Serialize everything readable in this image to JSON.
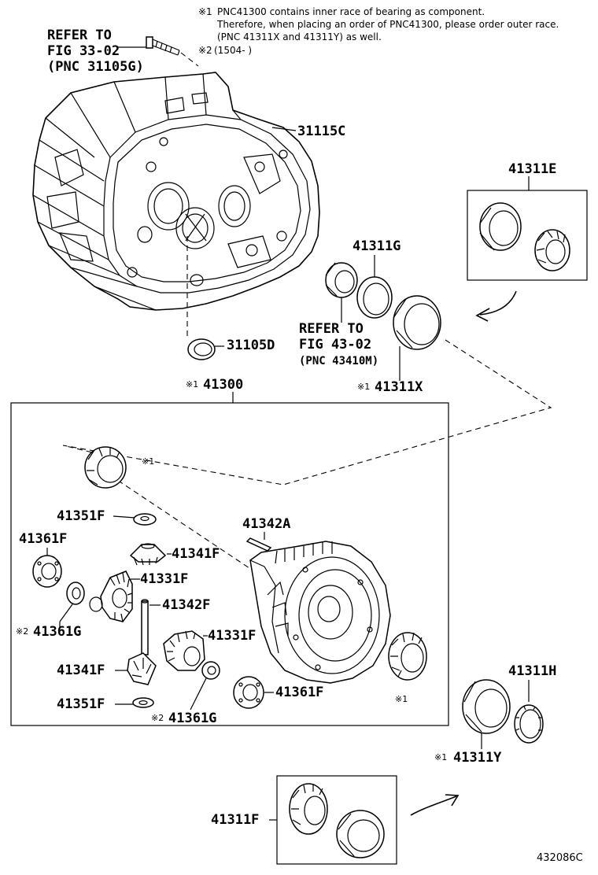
{
  "notes": {
    "note1_mark": "※1",
    "note1_line1": "PNC41300 contains inner race of bearing as component.",
    "note1_line2": "Therefore, when placing an order of PNC41300, please order outer race.",
    "note1_line3": "(PNC 41311X and 41311Y) as well.",
    "note2_mark": "※2",
    "note2_text": "(1504-      )"
  },
  "refs": {
    "fig33_line1": "REFER TO",
    "fig33_line2": "FIG 33-02",
    "fig33_line3": "(PNC 31105G)",
    "fig43_line1": "REFER TO",
    "fig43_line2": "FIG 43-02",
    "fig43_line3": "(PNC 43410M)"
  },
  "labels": {
    "p31115C": "31115C",
    "p31105D": "31105D",
    "p41311E": "41311E",
    "p41311G": "41311G",
    "p41311X": "41311X",
    "p41311X_mark": "※1",
    "p41300": "41300",
    "p41300_mark": "※1",
    "inner_mark_top": "※1",
    "p41351F_top": "41351F",
    "p41361F_left": "41361F",
    "p41342A": "41342A",
    "p41341F_top": "41341F",
    "p41331F_top": "41331F",
    "p41342F": "41342F",
    "p41361G_left": "41361G",
    "p41361G_left_mark": "※2",
    "p41331F_bottom": "41331F",
    "p41341F_bottom": "41341F",
    "p41351F_bottom": "41351F",
    "p41361G_bottom": "41361G",
    "p41361G_bottom_mark": "※2",
    "p41361F_right": "41361F",
    "inner_mark_bottom": "※1",
    "p41311H": "41311H",
    "p41311Y": "41311Y",
    "p41311Y_mark": "※1",
    "p41311F": "41311F"
  },
  "figure_code": "432086C"
}
